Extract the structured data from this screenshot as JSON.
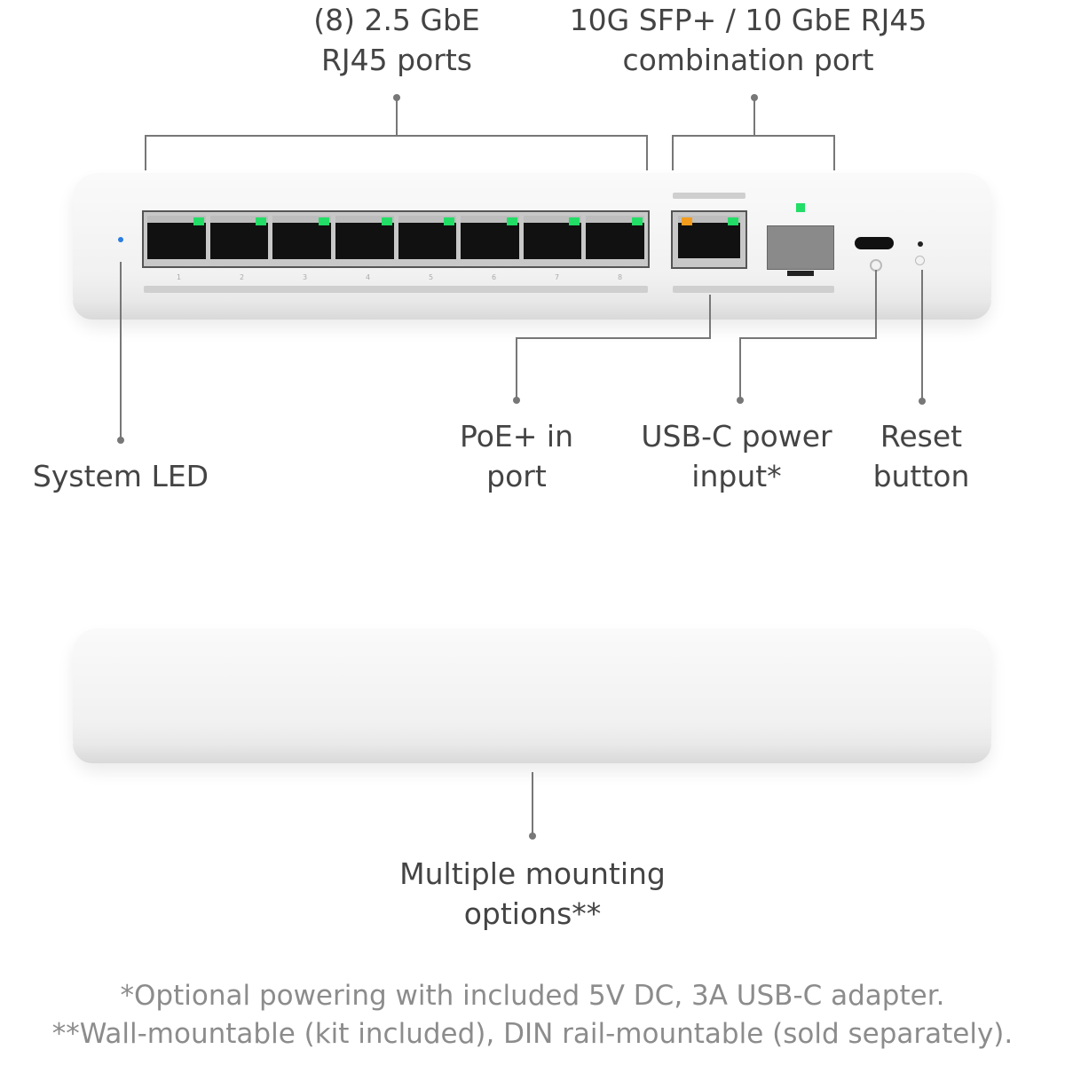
{
  "callouts": {
    "rj45_ports": [
      "(8) 2.5 GbE",
      "RJ45 ports"
    ],
    "combo_port": [
      "10G SFP+ / 10 GbE RJ45",
      "combination port"
    ],
    "system_led": "System LED",
    "poe_in": [
      "PoE+ in",
      "port"
    ],
    "usbc": [
      "USB-C power",
      "input*"
    ],
    "reset": [
      "Reset",
      "button"
    ],
    "mounting": [
      "Multiple mounting",
      "options**"
    ]
  },
  "port_numbers": [
    "1",
    "2",
    "3",
    "4",
    "5",
    "6",
    "7",
    "8"
  ],
  "footnotes": [
    "*Optional powering with included 5V DC, 3A USB-C adapter.",
    "**Wall-mountable (kit included), DIN rail-mountable (sold separately)."
  ],
  "colors": {
    "link_led": "#22dd66",
    "poe_led": "#f39b1c",
    "system_led": "#2a7de1"
  }
}
